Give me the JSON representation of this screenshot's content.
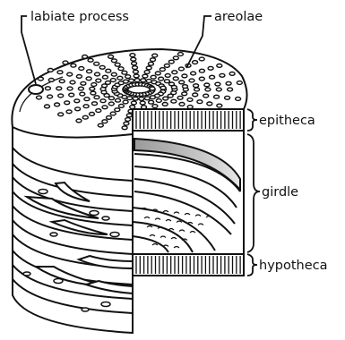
{
  "labels": {
    "labiate_process": "labiate process",
    "areolae": "areolae",
    "epitheca": "epitheca",
    "girdle": "girdle",
    "hypotheca": "hypotheca"
  },
  "colors": {
    "ink": "#111111",
    "paper": "#ffffff",
    "shading": "#b8b8b8"
  }
}
